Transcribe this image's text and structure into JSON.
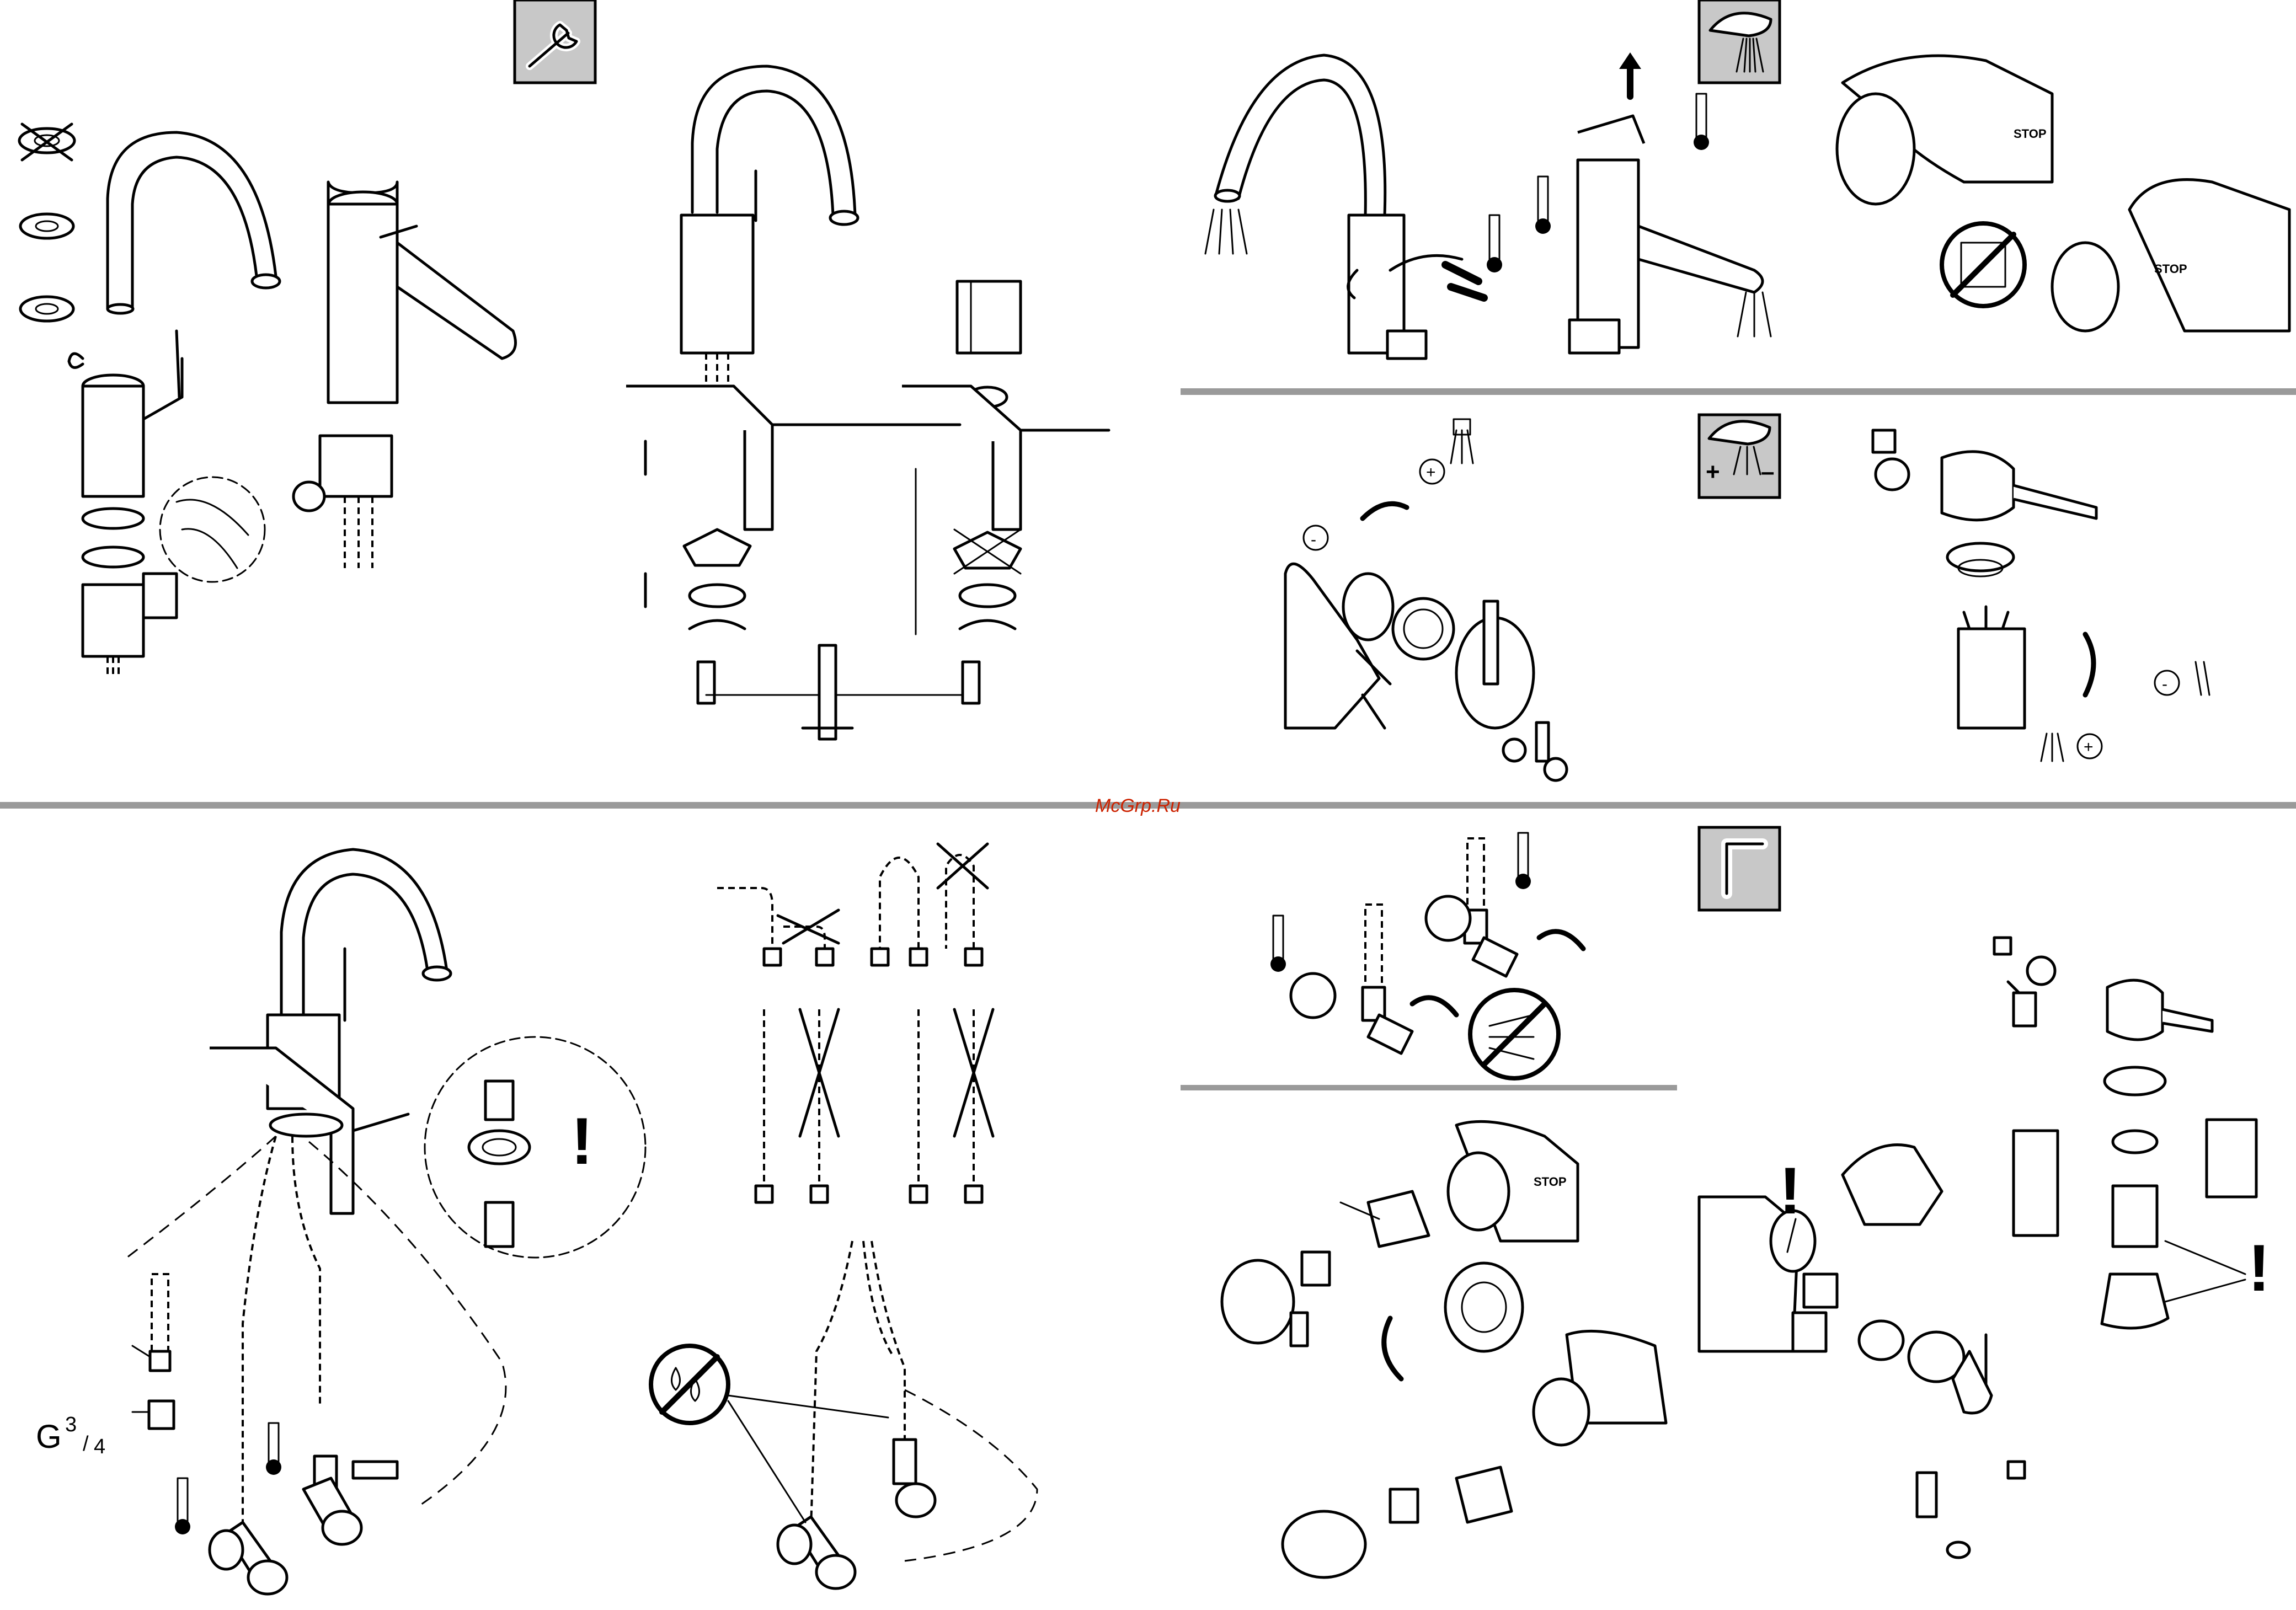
{
  "labels": {
    "thread_label": "G",
    "thread_frac_num": "3",
    "thread_frac_den": "4",
    "stop_a": "STOP",
    "stop_b": "STOP",
    "stop_c": "STOP",
    "plus_a": "+",
    "minus_a": "-",
    "plus_b": "+",
    "minus_b": "-",
    "plus_c": "+",
    "minus_c": "-",
    "plus_d": "+",
    "minus_d": "–",
    "excl_a": "!",
    "excl_b": "!",
    "excl_c": "!"
  },
  "watermark": "McGrp.Ru",
  "icons": {
    "wrench": "wrench-icon",
    "spray": "spray-icon",
    "spray_adjust": "spray-plus-minus-icon",
    "hex_key": "hex-key-icon",
    "no_cleaner": "no-cleaner-icon",
    "no_spray": "no-spray-icon",
    "no_water": "no-water-icon",
    "thermometer": "thermometer-icon"
  },
  "colors": {
    "line": "#000000",
    "divider": "#9a9a9a",
    "icon_box": "#c8c8c8",
    "watermark": "#cc2200"
  }
}
